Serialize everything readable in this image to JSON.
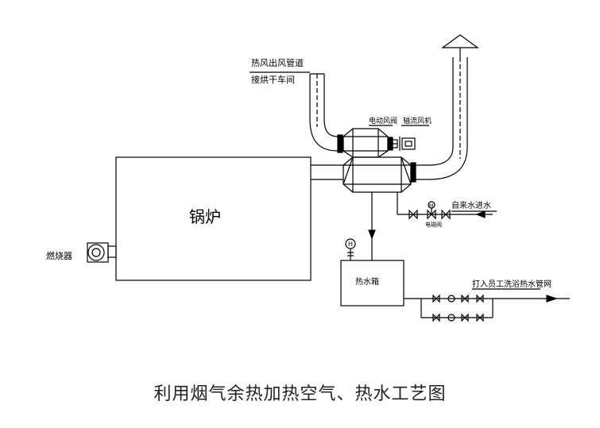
{
  "title": "利用烟气余热加热空气、热水工艺图",
  "labels": {
    "hot_air_line1": "热风出风管道",
    "hot_air_line2": "接烘干车间",
    "electric_damper": "电动风阀",
    "axial_fan": "轴流风机",
    "boiler": "锅炉",
    "burner": "燃烧器",
    "tap_water_inlet": "自来水进水",
    "solenoid_valve": "电磁阀",
    "hot_water_tank": "热水箱",
    "hot_water_network": "打入员工洗浴热水管网",
    "gauge_symbol": "H",
    "valve_symbol": "M"
  },
  "icons": [
    "chimney-cap-icon",
    "fan-icon",
    "motor-valve-icon",
    "check-valve-icon",
    "pump-icon",
    "gate-valve-icon",
    "arrow-icon"
  ]
}
